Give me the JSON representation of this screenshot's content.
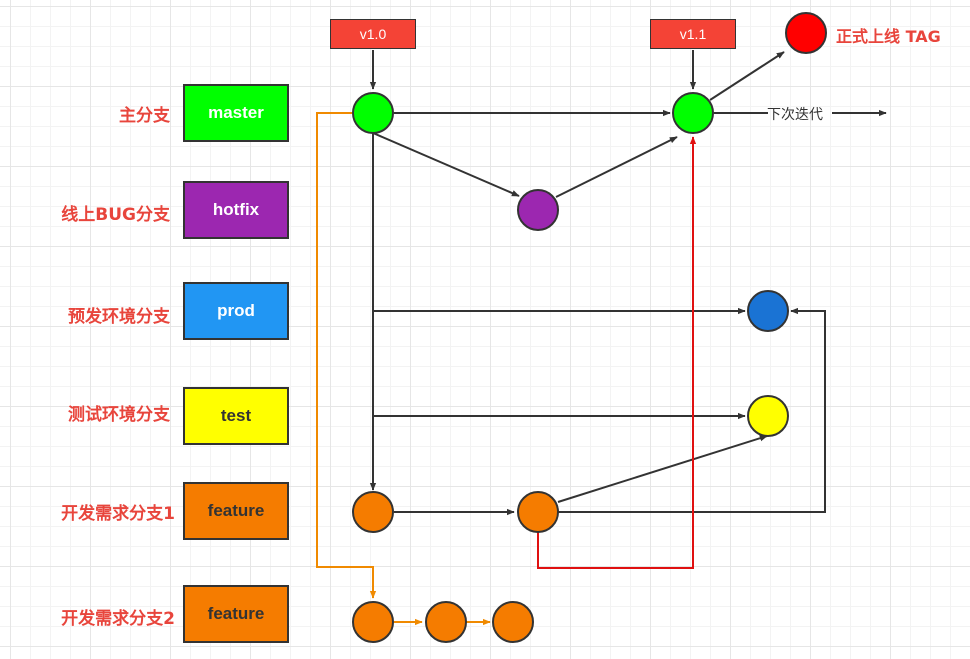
{
  "colors": {
    "label_red": "#e8453c",
    "line": "#333333",
    "orange_line": "#f08a00",
    "red_line": "#e01010"
  },
  "rows": [
    {
      "label": "主分支",
      "branch": "master",
      "fill": "#00ff00",
      "text_color": "#ffffff"
    },
    {
      "label": "线上BUG分支",
      "branch": "hotfix",
      "fill": "#9c27b0",
      "text_color": "#ffffff"
    },
    {
      "label": "预发环境分支",
      "branch": "prod",
      "fill": "#2196f3",
      "text_color": "#ffffff"
    },
    {
      "label": "测试环境分支",
      "branch": "test",
      "fill": "#ffff00",
      "text_color": "#333333"
    },
    {
      "label": "开发需求分支1",
      "branch": "feature",
      "fill": "#f57c00",
      "text_color": "#333333"
    },
    {
      "label": "开发需求分支2",
      "branch": "feature",
      "fill": "#f57c00",
      "text_color": "#333333"
    }
  ],
  "tags": [
    {
      "label": "v1.0",
      "fill": "#f44336"
    },
    {
      "label": "v1.1",
      "fill": "#f44336"
    }
  ],
  "release_tag": {
    "label": "正式上线 TAG",
    "fill": "#ff0000"
  },
  "next_iteration": "下次迭代",
  "node_colors": {
    "master": "#00ff00",
    "hotfix": "#9c27b0",
    "prod": "#1a73d4",
    "test": "#ffff00",
    "feature": "#f57c00",
    "release": "#ff0000"
  }
}
